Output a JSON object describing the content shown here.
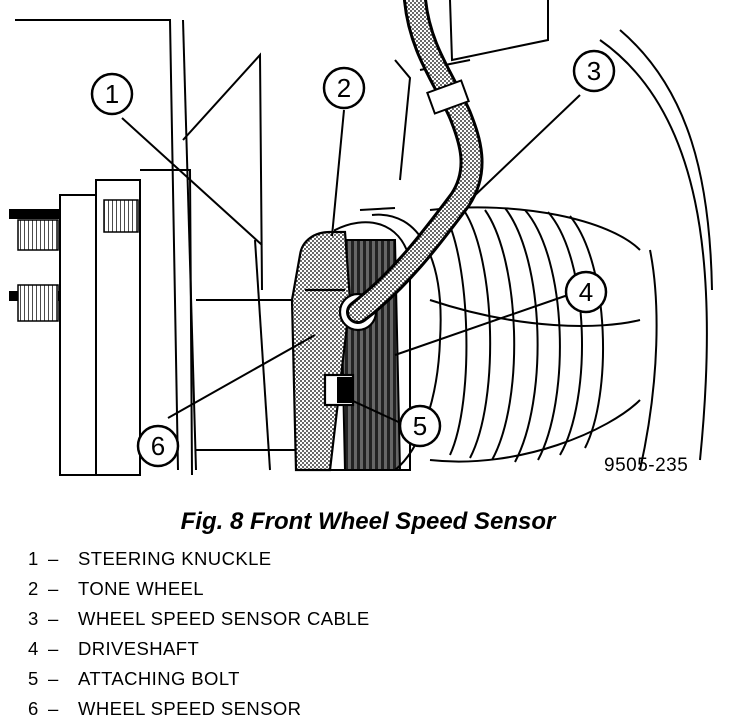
{
  "figure": {
    "callouts": [
      "1",
      "2",
      "3",
      "4",
      "5",
      "6"
    ],
    "code": "9505-235",
    "caption": "Fig. 8 Front Wheel Speed Sensor"
  },
  "legend": [
    {
      "num": "1",
      "sep": "–",
      "label": "STEERING KNUCKLE"
    },
    {
      "num": "2",
      "sep": "–",
      "label": "TONE WHEEL"
    },
    {
      "num": "3",
      "sep": "–",
      "label": "WHEEL SPEED SENSOR CABLE"
    },
    {
      "num": "4",
      "sep": "–",
      "label": "DRIVESHAFT"
    },
    {
      "num": "5",
      "sep": "–",
      "label": "ATTACHING BOLT"
    },
    {
      "num": "6",
      "sep": "–",
      "label": "WHEEL SPEED SENSOR"
    }
  ]
}
